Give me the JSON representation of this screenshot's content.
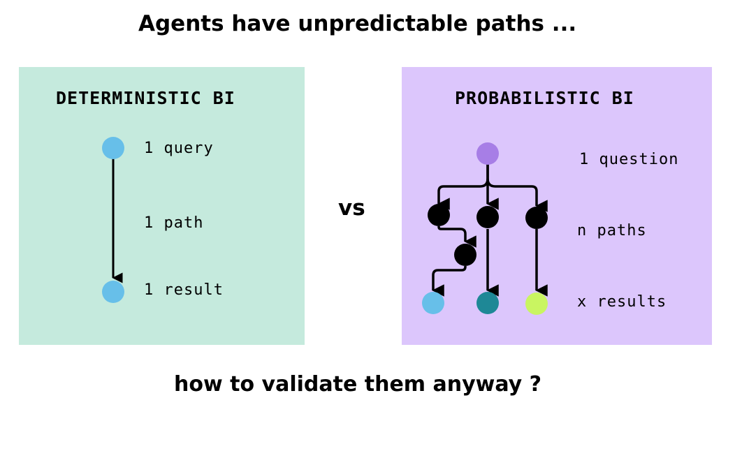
{
  "title": "Agents have unpredictable paths ...",
  "vs": "vs",
  "footer": "how to validate them anyway ?",
  "deterministic": {
    "heading": "DETERMINISTIC BI",
    "labels": {
      "top": "1 query",
      "middle": "1 path",
      "bottom": "1 result"
    },
    "node_color": "#67bfe9",
    "panel_color": "#c5eadd"
  },
  "probabilistic": {
    "heading": "PROBABILISTIC BI",
    "labels": {
      "top": "1 question",
      "middle": "n paths",
      "bottom": "x results"
    },
    "root_color": "#a77ee6",
    "inner_node_color": "#000000",
    "result_colors": [
      "#67bfe9",
      "#1e8896",
      "#c9f561"
    ],
    "panel_color": "#dcc6fc"
  }
}
